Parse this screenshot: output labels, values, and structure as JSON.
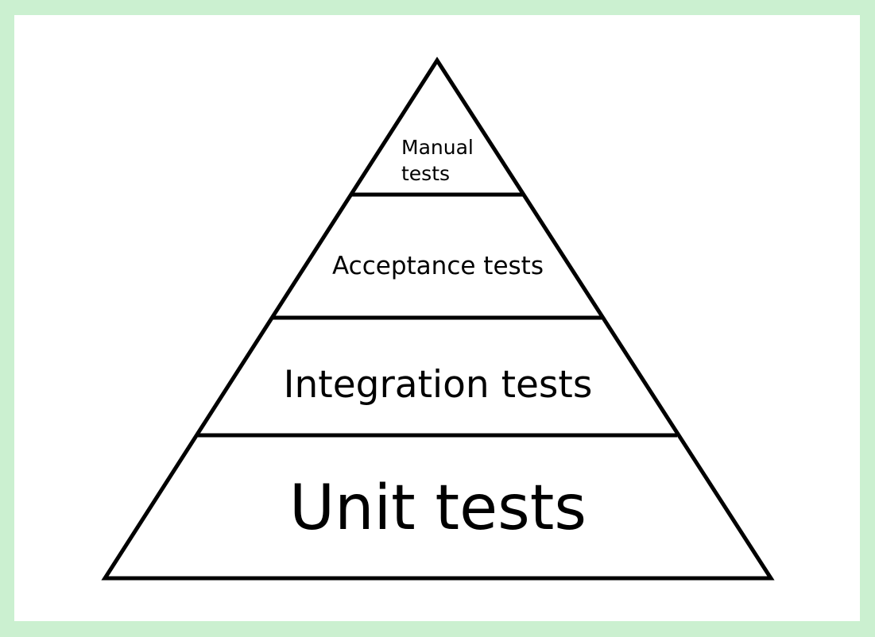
{
  "diagram": {
    "type": "pyramid",
    "tiers": [
      {
        "id": "manual",
        "label_lines": [
          "Manual",
          "tests"
        ]
      },
      {
        "id": "acceptance",
        "label": "Acceptance tests"
      },
      {
        "id": "integration",
        "label": "Integration tests"
      },
      {
        "id": "unit",
        "label": "Unit tests"
      }
    ]
  },
  "colors": {
    "background": "#cbf0d0",
    "panel": "#ffffff",
    "stroke": "#000000"
  }
}
